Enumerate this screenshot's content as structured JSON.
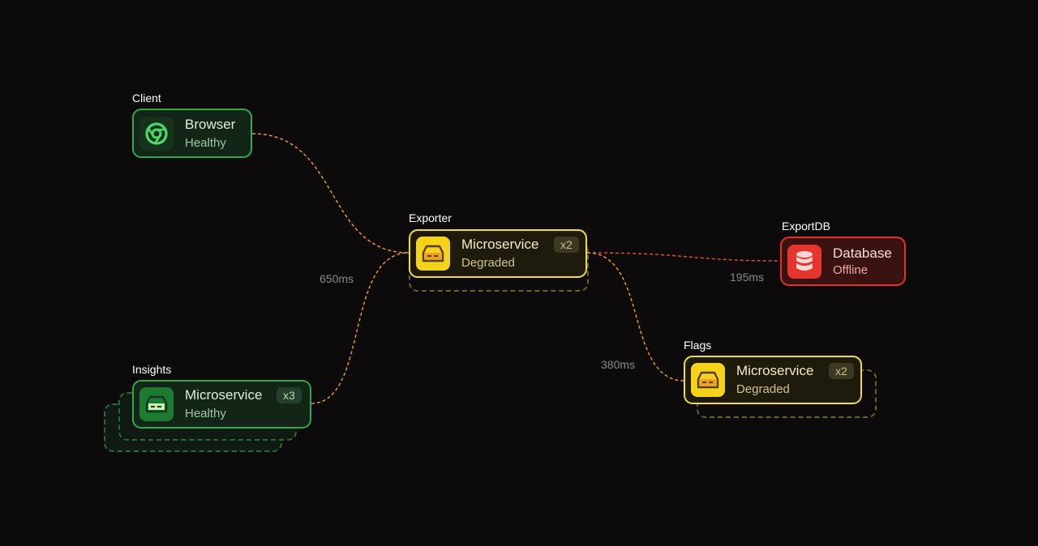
{
  "nodes": {
    "browser": {
      "group": "Client",
      "title": "Browser",
      "status": "Healthy",
      "icon": "chrome-icon",
      "state": "healthy"
    },
    "insights": {
      "group": "Insights",
      "title": "Microservice",
      "status": "Healthy",
      "replicas": "x3",
      "icon": "server-icon",
      "state": "healthy"
    },
    "exporter": {
      "group": "Exporter",
      "title": "Microservice",
      "status": "Degraded",
      "replicas": "x2",
      "icon": "server-icon",
      "state": "degraded"
    },
    "exportdb": {
      "group": "ExportDB",
      "title": "Database",
      "status": "Offline",
      "icon": "database-icon",
      "state": "offline"
    },
    "flags": {
      "group": "Flags",
      "title": "Microservice",
      "status": "Degraded",
      "replicas": "x2",
      "icon": "server-icon",
      "state": "degraded"
    }
  },
  "edges": [
    {
      "from": "browser",
      "to": "exporter",
      "color": "#f0a030"
    },
    {
      "from": "insights",
      "to": "exporter",
      "latency": "650ms",
      "color": "#f0a030"
    },
    {
      "from": "exporter",
      "to": "exportdb",
      "latency": "195ms",
      "color": "#e8503a"
    },
    {
      "from": "exporter",
      "to": "flags",
      "latency": "380ms",
      "color": "#f0a030"
    }
  ],
  "colors": {
    "background": "#0c0a0a",
    "healthy": "#2fa84f",
    "degraded": "#f2dc3a",
    "offline": "#e0322b"
  }
}
